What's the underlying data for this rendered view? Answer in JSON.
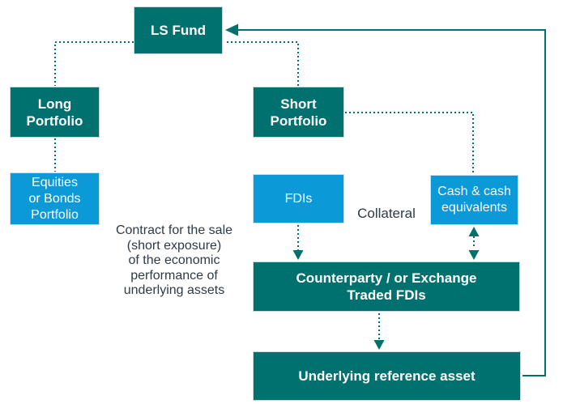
{
  "colors": {
    "teal_box": "#00716f",
    "blue_box": "#0c99d8",
    "line": "#00716f",
    "annotation_text": "#2e3a45",
    "background": "#ffffff"
  },
  "nodes": {
    "ls_fund": {
      "lines": [
        "LS Fund"
      ]
    },
    "long_portfolio": {
      "lines": [
        "Long",
        "Portfolio"
      ]
    },
    "short_portfolio": {
      "lines": [
        "Short",
        "Portfolio"
      ]
    },
    "equities_portfolio": {
      "lines": [
        "Equities",
        "or Bonds",
        "Portfolio"
      ]
    },
    "fdis": {
      "lines": [
        "FDIs"
      ]
    },
    "cash_equivalents": {
      "lines": [
        "Cash & cash",
        "equivalents"
      ]
    },
    "counterparty": {
      "lines": [
        "Counterparty / or Exchange",
        "Traded FDIs"
      ]
    },
    "underlying": {
      "lines": [
        "Underlying reference asset"
      ]
    }
  },
  "annotations": {
    "collateral": "Collateral",
    "contract_note_lines": [
      "Contract for the sale",
      "(short exposure)",
      "of the economic",
      "performance of",
      "underlying assets"
    ]
  },
  "edges": [
    {
      "from": "ls_fund",
      "to": "long_portfolio",
      "style": "dotted"
    },
    {
      "from": "long_portfolio",
      "to": "equities_portfolio",
      "style": "dotted"
    },
    {
      "from": "ls_fund",
      "to": "short_portfolio",
      "style": "dotted"
    },
    {
      "from": "short_portfolio",
      "to": "cash_equivalents",
      "style": "dotted"
    },
    {
      "from": "fdis",
      "to": "counterparty",
      "style": "dotted-arrow-down"
    },
    {
      "from": "cash_equivalents",
      "to": "counterparty",
      "style": "dotted-arrow-both"
    },
    {
      "from": "counterparty",
      "to": "underlying",
      "style": "dotted-arrow-down"
    },
    {
      "from": "underlying",
      "to": "ls_fund",
      "style": "solid-arrow"
    }
  ]
}
